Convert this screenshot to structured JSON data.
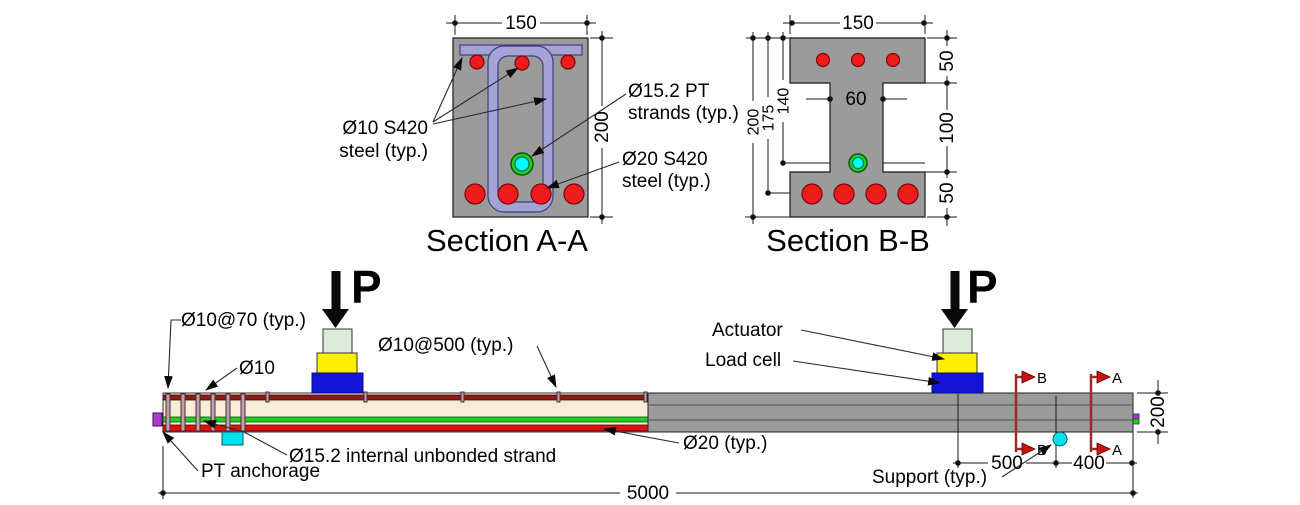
{
  "palette": {
    "concrete": "#9b9b9b",
    "stirrup_lavender": "#a3a3d6",
    "rebar_red": "#ee1c1c",
    "strand_green": "#25cc25",
    "strand_cyan": "#00ffff",
    "beam_cream": "#f8eed8",
    "top_bar_dark_red": "#8b1a1a",
    "bottom_bar_red": "#dd1111",
    "actuator_green": "#dcebdc",
    "load_cell_yellow": "#ffee00",
    "bearing_blue": "#1414d6",
    "support_cyan": "#00e0ea",
    "anchorage_purple": "#a93cc9",
    "section_marker_red": "#9c2b2b"
  },
  "section_aa": {
    "title": "Section A-A",
    "dim_width": "150",
    "dim_height": "200",
    "label_top_steel_1": "Ø10 S420",
    "label_top_steel_2": "steel (typ.)",
    "label_strand_1": "Ø15.2 PT",
    "label_strand_2": "strands (typ.)",
    "label_bottom_steel_1": "Ø20 S420",
    "label_bottom_steel_2": "steel (typ.)"
  },
  "section_bb": {
    "title": "Section B-B",
    "dim_width": "150",
    "dim_height": "200",
    "dim_to_bottom_bars": "175",
    "dim_to_strand": "140",
    "dim_top_flange": "50",
    "dim_web_height": "100",
    "dim_bottom_flange": "50",
    "dim_web_width": "60"
  },
  "elevation": {
    "load_symbol": "P",
    "label_dense_stirrups": "Ø10@70 (typ.)",
    "label_stirrup": "Ø10",
    "label_sparse_stirrups": "Ø10@500 (typ.)",
    "label_strand": "Ø15.2 internal unbonded strand",
    "label_pt_anchorage": "PT anchorage",
    "label_actuator": "Actuator",
    "label_load_cell": "Load cell",
    "label_bottom_bars": "Ø20 (typ.)",
    "label_support": "Support (typ.)",
    "dim_span": "5000",
    "dim_load_to_support": "500",
    "dim_support_to_end": "400",
    "dim_depth": "200",
    "section_mark_a": "A",
    "section_mark_b": "B"
  }
}
